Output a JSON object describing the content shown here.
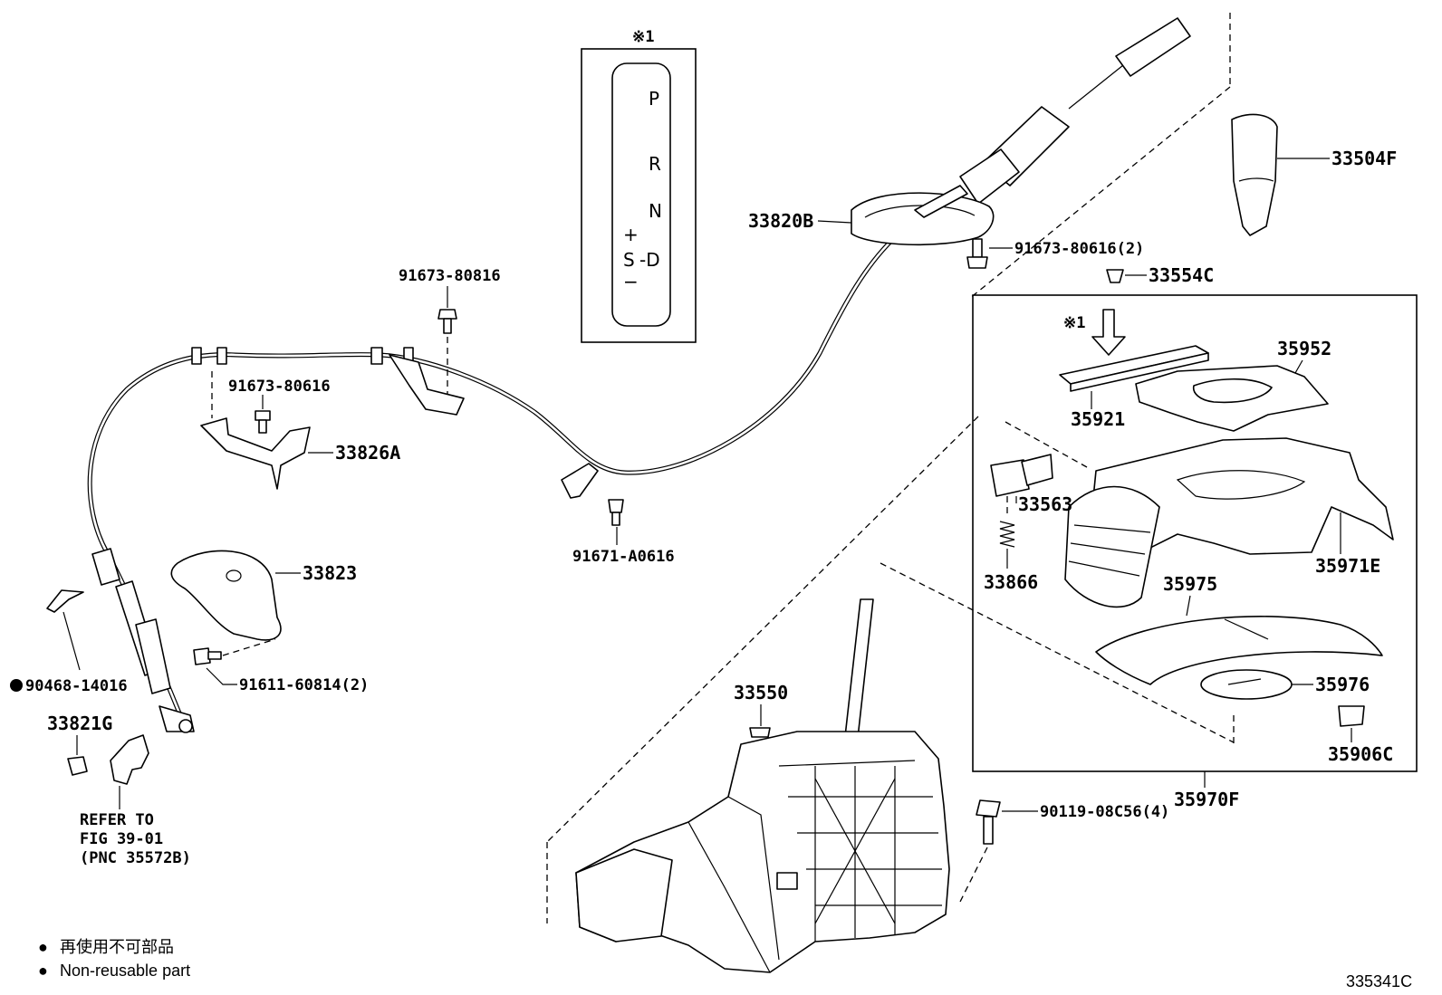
{
  "gate_panel": {
    "note_mark": "※1",
    "positions": [
      "P",
      "R",
      "N",
      "-D"
    ],
    "plus": "+",
    "s": "S",
    "minus": "−"
  },
  "labels": {
    "p33504F": "33504F",
    "p33820B": "33820B",
    "p91673_80616_2": "91673-80616(2)",
    "p33554C": "33554C",
    "p91673_80816": "91673-80816",
    "p91673_80616": "91673-80616",
    "p33826A": "33826A",
    "p91671_A0616": "91671-A0616",
    "p33823": "33823",
    "p90468_14016": "90468-14016",
    "p91611_60814_2": "91611-60814(2)",
    "p33821G": "33821G",
    "p35921": "35921",
    "p35952": "35952",
    "p33563": "33563",
    "p33866": "33866",
    "p35971E": "35971E",
    "p35975": "35975",
    "p35976": "35976",
    "p35906C": "35906C",
    "p35970F": "35970F",
    "p33550": "33550",
    "p90119_08C56_4": "90119-08C56(4)",
    "box_note": "※1"
  },
  "refer": {
    "line1": "REFER TO",
    "line2": "FIG 39-01",
    "line3": "(PNC 35572B)"
  },
  "legend": {
    "dot": "●",
    "jp": "再使用不可部品",
    "en": "Non-reusable part"
  },
  "figure_id": "335341C"
}
